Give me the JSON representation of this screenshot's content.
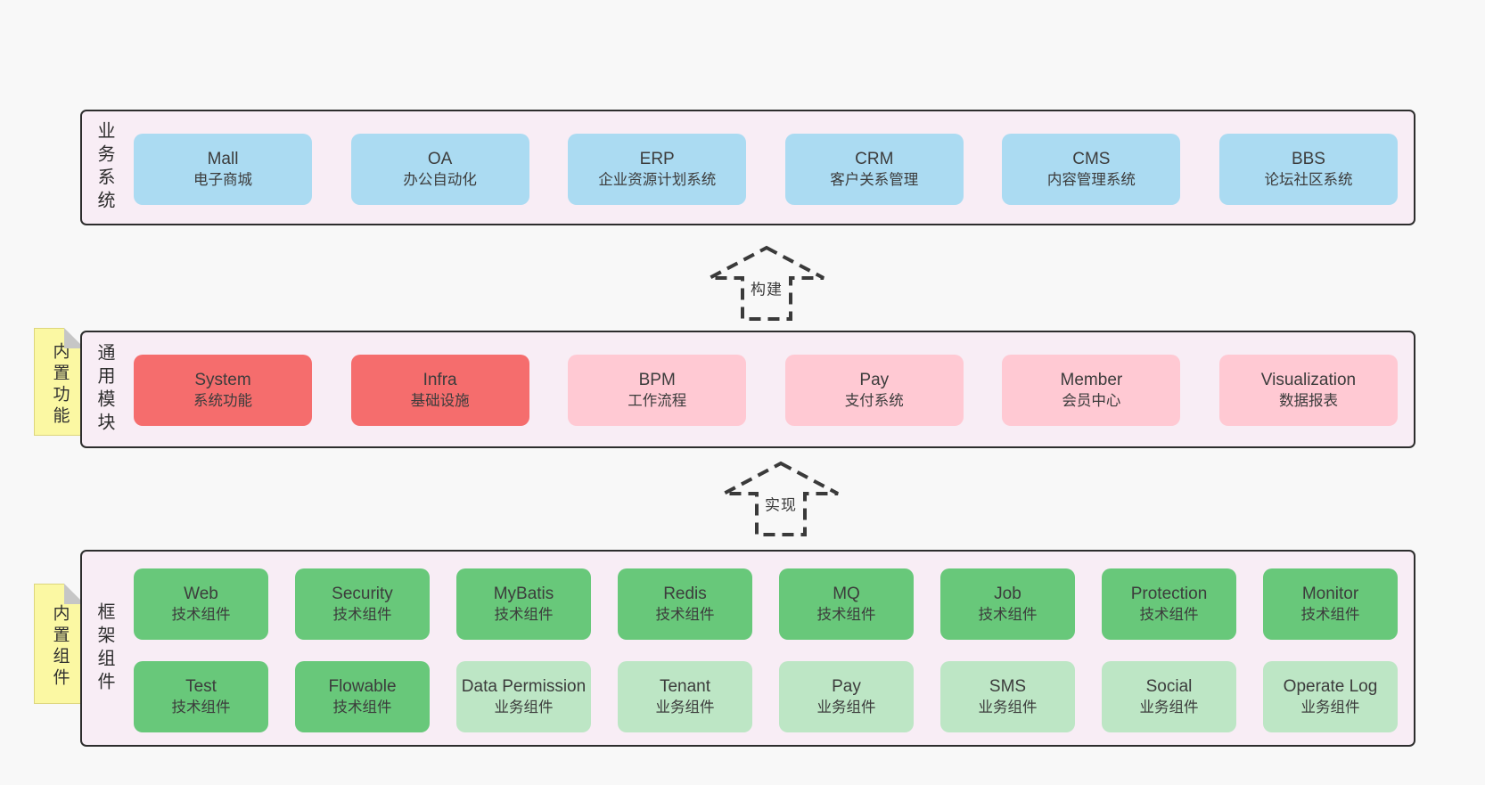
{
  "colors": {
    "page_bg": "#f8f8f8",
    "section_fill": "#f8edf5",
    "section_border": "#2d2d2d",
    "node_blue": "#abdbf2",
    "node_red": "#f56d6d",
    "node_pink": "#ffc9d3",
    "node_green": "#68c87a",
    "node_light_green": "#bde6c5",
    "note_yellow": "#fbf8a3",
    "note_fold_gray": "#c6c6c6",
    "text": "#3c3c3c"
  },
  "arrows": [
    {
      "label": "构建"
    },
    {
      "label": "实现"
    }
  ],
  "sections": [
    {
      "label": "业务系统",
      "boxes": [
        {
          "title": "Mall",
          "subtitle": "电子商城"
        },
        {
          "title": "OA",
          "subtitle": "办公自动化"
        },
        {
          "title": "ERP",
          "subtitle": "企业资源计划系统"
        },
        {
          "title": "CRM",
          "subtitle": "客户关系管理"
        },
        {
          "title": "CMS",
          "subtitle": "内容管理系统"
        },
        {
          "title": "BBS",
          "subtitle": "论坛社区系统"
        }
      ]
    },
    {
      "label": "通用模块",
      "note": "内置功能",
      "boxes": [
        {
          "title": "System",
          "subtitle": "系统功能"
        },
        {
          "title": "Infra",
          "subtitle": "基础设施"
        },
        {
          "title": "BPM",
          "subtitle": "工作流程"
        },
        {
          "title": "Pay",
          "subtitle": "支付系统"
        },
        {
          "title": "Member",
          "subtitle": "会员中心"
        },
        {
          "title": "Visualization",
          "subtitle": "数据报表"
        }
      ]
    },
    {
      "label": "框架组件",
      "note": "内置组件",
      "rows": [
        [
          {
            "title": "Web",
            "subtitle": "技术组件"
          },
          {
            "title": "Security",
            "subtitle": "技术组件"
          },
          {
            "title": "MyBatis",
            "subtitle": "技术组件"
          },
          {
            "title": "Redis",
            "subtitle": "技术组件"
          },
          {
            "title": "MQ",
            "subtitle": "技术组件"
          },
          {
            "title": "Job",
            "subtitle": "技术组件"
          },
          {
            "title": "Protection",
            "subtitle": "技术组件"
          },
          {
            "title": "Monitor",
            "subtitle": "技术组件"
          }
        ],
        [
          {
            "title": "Test",
            "subtitle": "技术组件"
          },
          {
            "title": "Flowable",
            "subtitle": "技术组件"
          },
          {
            "title": "Data Permission",
            "subtitle": "业务组件"
          },
          {
            "title": "Tenant",
            "subtitle": "业务组件"
          },
          {
            "title": "Pay",
            "subtitle": "业务组件"
          },
          {
            "title": "SMS",
            "subtitle": "业务组件"
          },
          {
            "title": "Social",
            "subtitle": "业务组件"
          },
          {
            "title": "Operate Log",
            "subtitle": "业务组件"
          }
        ]
      ]
    }
  ]
}
